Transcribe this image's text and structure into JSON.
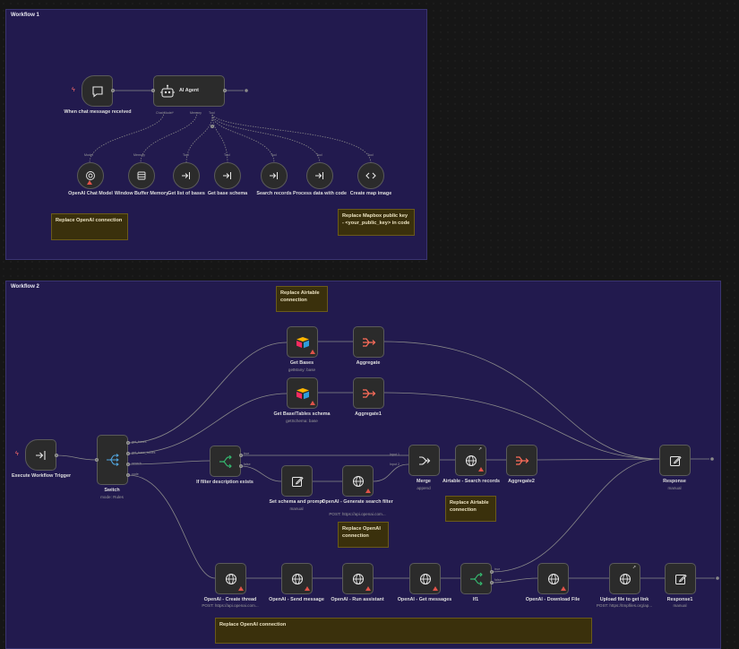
{
  "workflow1": {
    "title": "Workflow 1",
    "nodes": {
      "chat_trigger": "When chat message received",
      "ai_agent": "AI Agent",
      "openai_chat_model": "OpenAI Chat Model",
      "window_buffer_memory": "Window Buffer Memory",
      "get_list_of_bases": "Get list of bases",
      "get_base_schema": "Get base schema",
      "search_records": "Search records",
      "process_data_with_code": "Process data with code",
      "create_map_image": "Create map image"
    },
    "agent_ports": {
      "chat_model": "Chat Model*",
      "memory": "Memory",
      "tool": "Tool"
    },
    "sub_ports": {
      "model": "Model",
      "memory": "Memory",
      "tool": "Tool"
    },
    "notes": {
      "replace_openai": "Replace OpenAI connection",
      "replace_mapbox": "Replace Mapbox public key - <your_public_key> in code"
    }
  },
  "workflow2": {
    "title": "Workflow 2",
    "nodes": {
      "execute_trigger": "Execute Workflow Trigger",
      "switch": {
        "label": "Switch",
        "sub": "mode: Rules"
      },
      "get_bases": {
        "label": "Get Bases",
        "sub": "getMany: base"
      },
      "aggregate": "Aggregate",
      "get_base_tables_schema": {
        "label": "Get Base/Tables schema",
        "sub": "getSchema: base"
      },
      "aggregate1": "Aggregate1",
      "if_filter": "If filter description exists",
      "set_schema": {
        "label": "Set schema and prompt",
        "sub": "manual"
      },
      "openai_generate": {
        "label": "OpenAI - Generate search filter",
        "sub": "POST: https://api.openai.com..."
      },
      "merge": {
        "label": "Merge",
        "sub": "append"
      },
      "airtable_search": "Airtable - Search records",
      "aggregate2": "Aggregate2",
      "response": {
        "label": "Response",
        "sub": "manual"
      },
      "create_thread": {
        "label": "OpenAI - Create thread",
        "sub": "POST: https://api.openai.com..."
      },
      "send_message": "OpenAI - Send message",
      "run_assistant": "OpenAI - Run assistant",
      "get_messages": "OpenAI - Get messages",
      "if1": "If1",
      "download_file": "OpenAI - Download File",
      "upload_file": {
        "label": "Upload file to get link",
        "sub": "POST: https://tmpfiles.org/ap..."
      },
      "response1": {
        "label": "Response1",
        "sub": "manual"
      }
    },
    "switch_ports": {
      "bases": "get_bases",
      "schema": "get_base_tables",
      "search": "search",
      "code": "code"
    },
    "if_ports": {
      "true": "true",
      "false": "false"
    },
    "merge_ports": {
      "input1": "Input 1",
      "input2": "Input 2"
    },
    "notes": {
      "replace_airtable_top": "Replace Airtable connection",
      "replace_airtable_mid": "Replace Airtable connection",
      "replace_openai_mid": "Replace OpenAI connection",
      "replace_openai_bottom": "Replace OpenAI connection"
    }
  },
  "colors": {
    "group_bg": "#221a4e",
    "node_bg": "#2b2b2b",
    "note_bg": "#3a300c",
    "airtable_blue": "#2d9cdb",
    "airtable_yellow": "#fcb400",
    "airtable_red": "#f82b60",
    "aggregate_red": "#ff6d5a",
    "if_green": "#35b96f",
    "switch_blue": "#52a7e0",
    "warning": "#e0534a",
    "edge": "#8a8a8a"
  },
  "icons": {
    "chat_trigger": "chat-bubble-icon",
    "ai_agent": "robot-icon",
    "openai": "openai-logo-icon",
    "memory": "database-icon",
    "workflow_tool": "arrow-into-box-icon",
    "code": "code-brackets-icon",
    "airtable": "airtable-logo-icon",
    "aggregate": "aggregate-icon",
    "if": "branch-icon",
    "switch": "switch-icon",
    "set": "pencil-edit-icon",
    "http": "globe-icon",
    "merge": "merge-icon"
  }
}
